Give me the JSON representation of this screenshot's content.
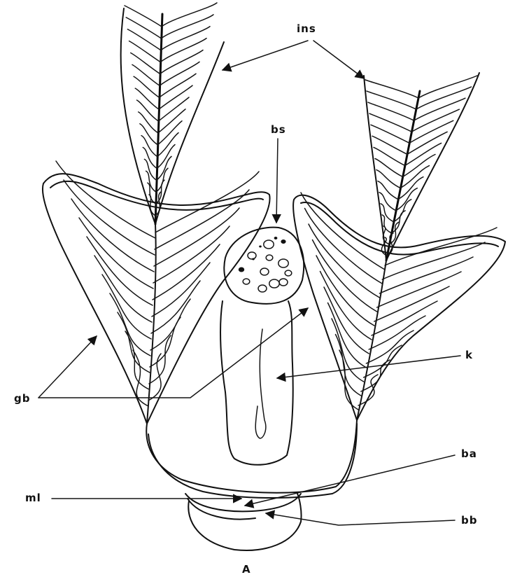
{
  "figure": {
    "panel_label": "A"
  },
  "labels": {
    "ins": "ins",
    "bs": "bs",
    "k": "k",
    "gb": "gb",
    "ba": "ba",
    "ml": "ml",
    "bb": "bb"
  },
  "colors": {
    "ink": "#111111",
    "background": "#ffffff"
  }
}
